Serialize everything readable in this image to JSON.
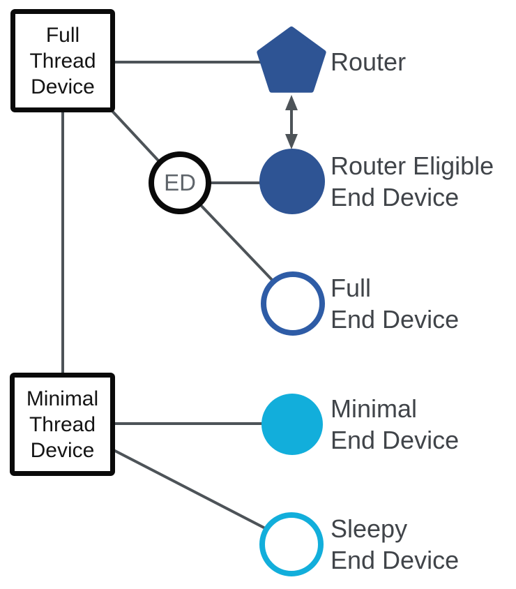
{
  "diagram": {
    "kind": "thread-network-device-types",
    "colors": {
      "dark_blue": "#2E5494",
      "ring_blue": "#2E5CA6",
      "cyan": "#12AEDB",
      "line": "#4D5358",
      "black": "#0A0A0A",
      "white": "#FFFFFF",
      "label_text": "#404449",
      "box_text": "#141414",
      "ed_text": "#5E646A"
    },
    "groups": {
      "full_thread_device": {
        "lines": [
          "Full",
          "Thread",
          "Device"
        ]
      },
      "minimal_thread_device": {
        "lines": [
          "Minimal",
          "Thread",
          "Device"
        ]
      }
    },
    "nodes": {
      "router": {
        "shape": "pentagon-filled",
        "label": "Router"
      },
      "router_eligible_end_device": {
        "shape": "circle-filled",
        "lines": [
          "Router Eligible",
          "End Device"
        ]
      },
      "full_end_device": {
        "shape": "circle-outline",
        "lines": [
          "Full",
          "End Device"
        ]
      },
      "minimal_end_device": {
        "shape": "circle-filled",
        "lines": [
          "Minimal",
          "End Device"
        ]
      },
      "sleepy_end_device": {
        "shape": "circle-outline",
        "lines": [
          "Sleepy",
          "End Device"
        ]
      },
      "ed": {
        "shape": "circle-outline-small",
        "label": "ED"
      }
    },
    "edges": [
      {
        "from": "Full Thread Device",
        "to": "Router",
        "style": "line"
      },
      {
        "from": "Full Thread Device",
        "to": "ED",
        "style": "line"
      },
      {
        "from": "Full Thread Device",
        "to": "Minimal Thread Device",
        "style": "line"
      },
      {
        "from": "ED",
        "to": "Router Eligible End Device",
        "style": "line"
      },
      {
        "from": "ED",
        "to": "Full End Device",
        "style": "line"
      },
      {
        "from": "Minimal Thread Device",
        "to": "Minimal End Device",
        "style": "line"
      },
      {
        "from": "Minimal Thread Device",
        "to": "Sleepy End Device",
        "style": "line"
      },
      {
        "from": "Router",
        "to": "Router Eligible End Device",
        "style": "double-arrow"
      }
    ]
  }
}
